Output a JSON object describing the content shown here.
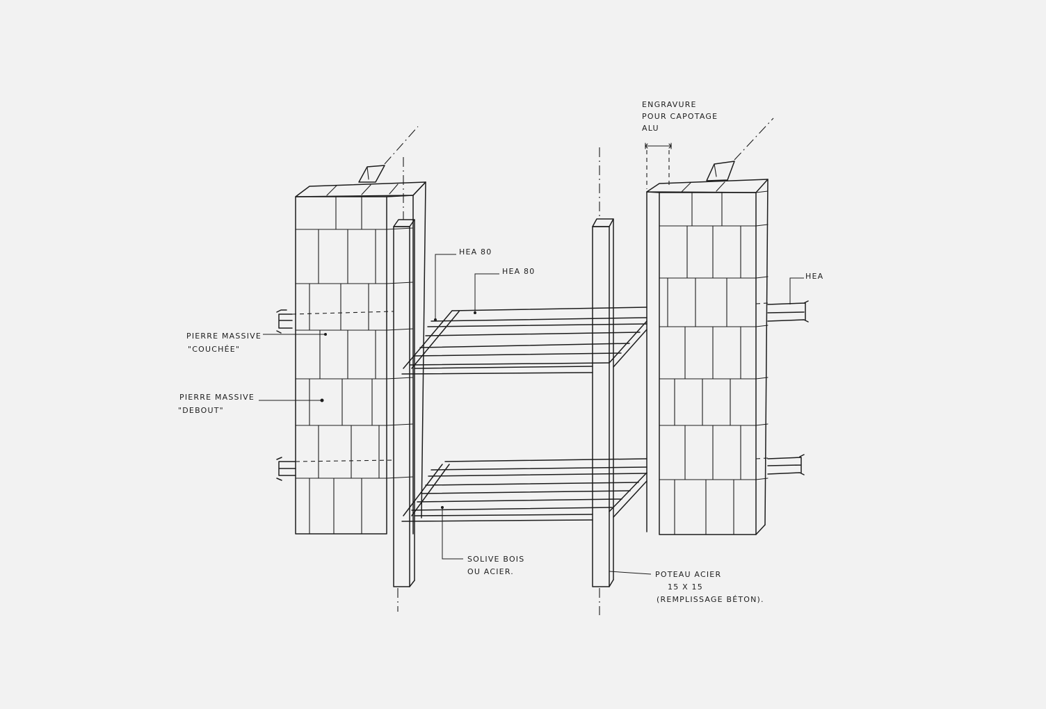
{
  "labels": {
    "engravure": [
      "ENGRAVURE",
      "POUR CAPOTAGE",
      "ALU"
    ],
    "hea_80_a": "HEA 80",
    "hea_80_b": "HEA 80",
    "hea_right": "HEA",
    "pierre_couchee": [
      "PIERRE MASSIVE",
      "\"COUCHÉE\""
    ],
    "pierre_debout": [
      "PIERRE MASSIVE",
      "\"DEBOUT\""
    ],
    "solive": [
      "SOLIVE BOIS",
      "OU ACIER."
    ],
    "poteau": [
      "POTEAU ACIER",
      "15 X 15",
      "(REMPLISSAGE BÉTON)."
    ]
  },
  "colors": {
    "ink": "#1c1c1c",
    "paper": "#f2f2f2"
  }
}
